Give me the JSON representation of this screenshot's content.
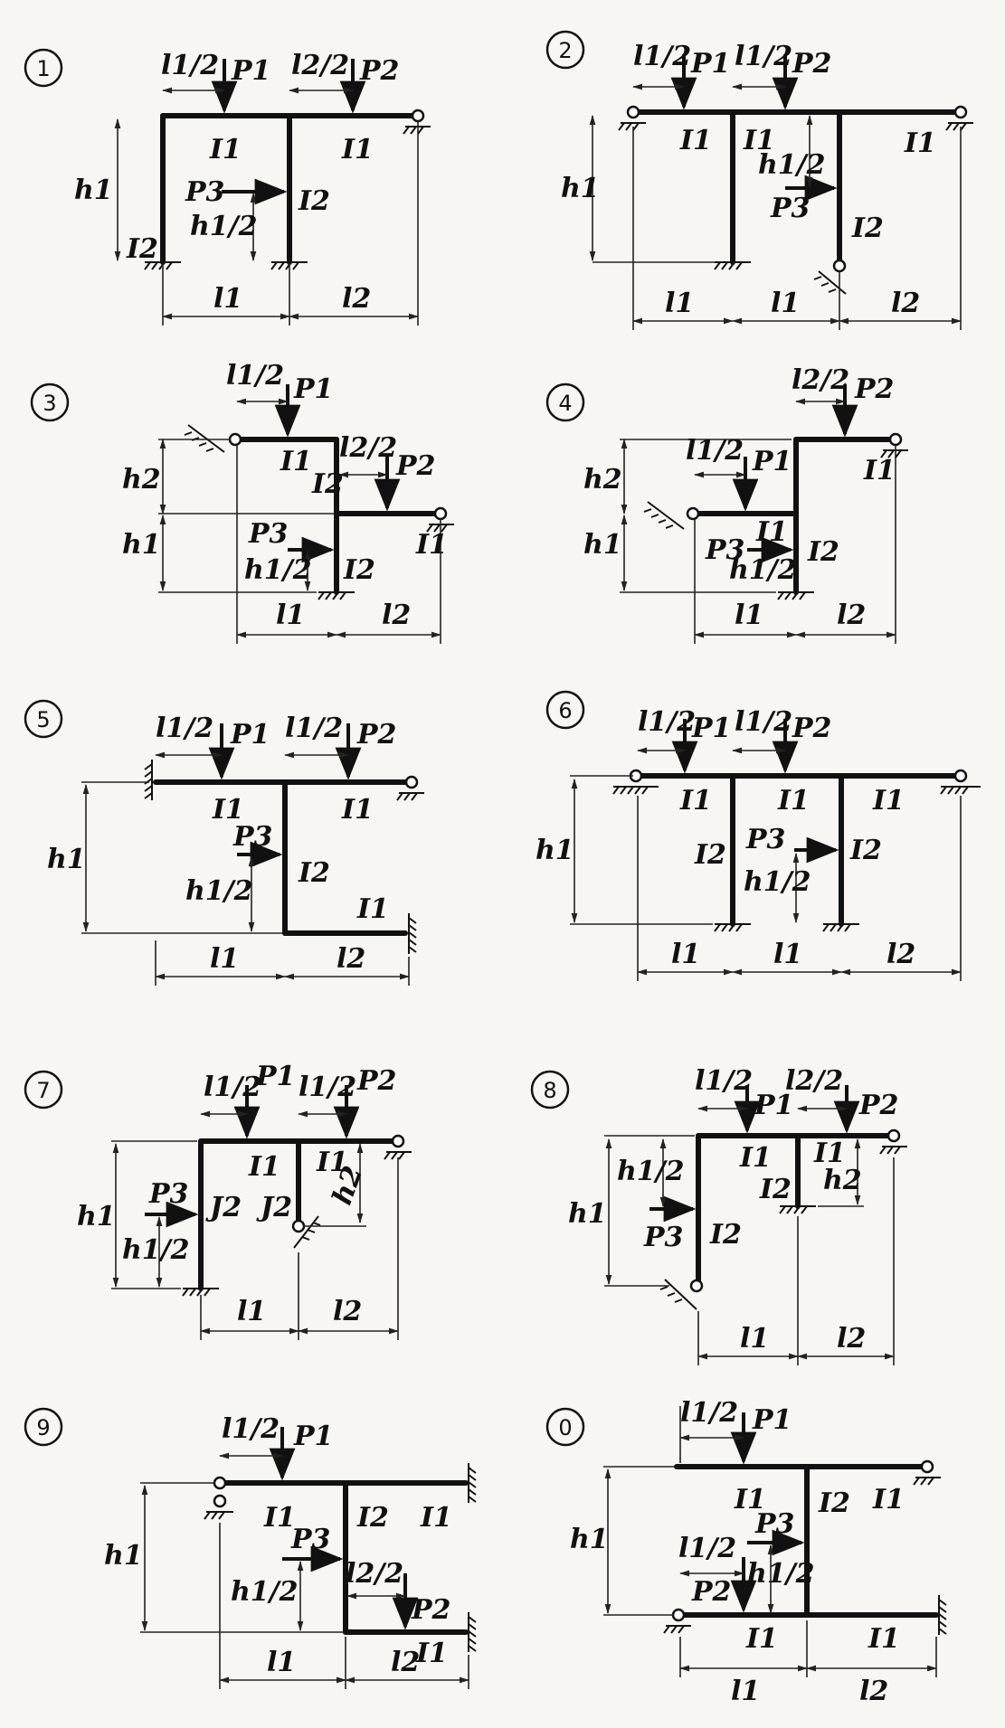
{
  "panels": [
    {
      "number": "1",
      "labels": [
        "l1/2",
        "P1",
        "l2/2",
        "P2",
        "I1",
        "I1",
        "h1",
        "I2",
        "P3",
        "h1/2",
        "I2",
        "l1",
        "l2"
      ]
    },
    {
      "number": "2",
      "labels": [
        "l1/2",
        "P1",
        "l1/2",
        "P2",
        "I1",
        "I1",
        "I1",
        "h1/2",
        "h1",
        "P3",
        "I2",
        "l1",
        "l1",
        "l2"
      ]
    },
    {
      "number": "3",
      "labels": [
        "l1/2",
        "P1",
        "h2",
        "I1",
        "l2/2",
        "P2",
        "I2",
        "I1",
        "h1",
        "P3",
        "h1/2",
        "I2",
        "l1",
        "l2"
      ]
    },
    {
      "number": "4",
      "labels": [
        "l2/2",
        "P2",
        "h2",
        "l1/2",
        "P1",
        "I1",
        "I1",
        "h1",
        "P3",
        "h1/2",
        "I2",
        "l1",
        "l2"
      ]
    },
    {
      "number": "5",
      "labels": [
        "l1/2",
        "P1",
        "l1/2",
        "P2",
        "I1",
        "I1",
        "h1",
        "P3",
        "I2",
        "h1/2",
        "I1",
        "l1",
        "l2"
      ]
    },
    {
      "number": "6",
      "labels": [
        "l1/2",
        "P1",
        "l1/2",
        "P2",
        "I1",
        "I1",
        "I1",
        "h1",
        "P3",
        "I2",
        "I2",
        "h1/2",
        "l1",
        "l1",
        "l2"
      ]
    },
    {
      "number": "7",
      "labels": [
        "l1/2",
        "P1",
        "l1/2",
        "P2",
        "I1",
        "I1",
        "h2",
        "h1",
        "P3",
        "J2",
        "J2",
        "h1/2",
        "l1",
        "l2"
      ]
    },
    {
      "number": "8",
      "labels": [
        "l1/2",
        "l2/2",
        "P1",
        "P2",
        "h1/2",
        "I1",
        "I1",
        "I2",
        "h2",
        "h1",
        "P3",
        "I2",
        "l1",
        "l2"
      ]
    },
    {
      "number": "9",
      "labels": [
        "l1/2",
        "P1",
        "I1",
        "I2",
        "I1",
        "h1",
        "P3",
        "l2/2",
        "h1/2",
        "P2",
        "I1",
        "l1",
        "l2"
      ]
    },
    {
      "number": "0",
      "labels": [
        "l1/2",
        "P1",
        "I1",
        "I2",
        "I1",
        "h1",
        "P3",
        "l1/2",
        "P2",
        "h1/2",
        "I1",
        "I1",
        "l1",
        "l2"
      ]
    }
  ]
}
